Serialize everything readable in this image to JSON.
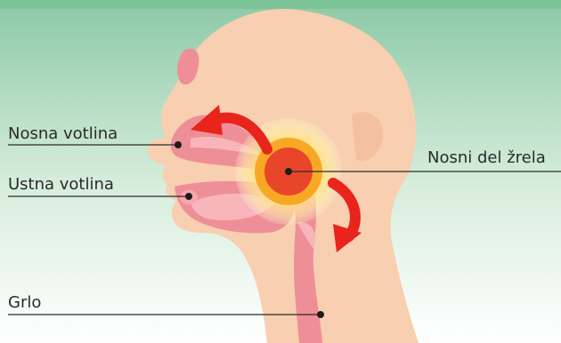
{
  "colors": {
    "background_top": "#8cc9a6",
    "background_bottom": "#ffffff",
    "skin": "#f8cfb0",
    "tract": "#ee8f98",
    "tract_light": "#f8b6ba",
    "arrow": "#e8241c",
    "halo_outer": "#ffec99",
    "halo_mid": "#f9a826",
    "core": "#e8452a",
    "leader_line": "#2a2a2a"
  },
  "labels": {
    "nasal_cavity": "Nosna votlina",
    "oral_cavity": "Ustna votlina",
    "nasopharynx": "Nosni del žrela",
    "throat": "Grlo"
  },
  "icons": [
    "curved-arrow-icon",
    "target-highlight-icon"
  ]
}
